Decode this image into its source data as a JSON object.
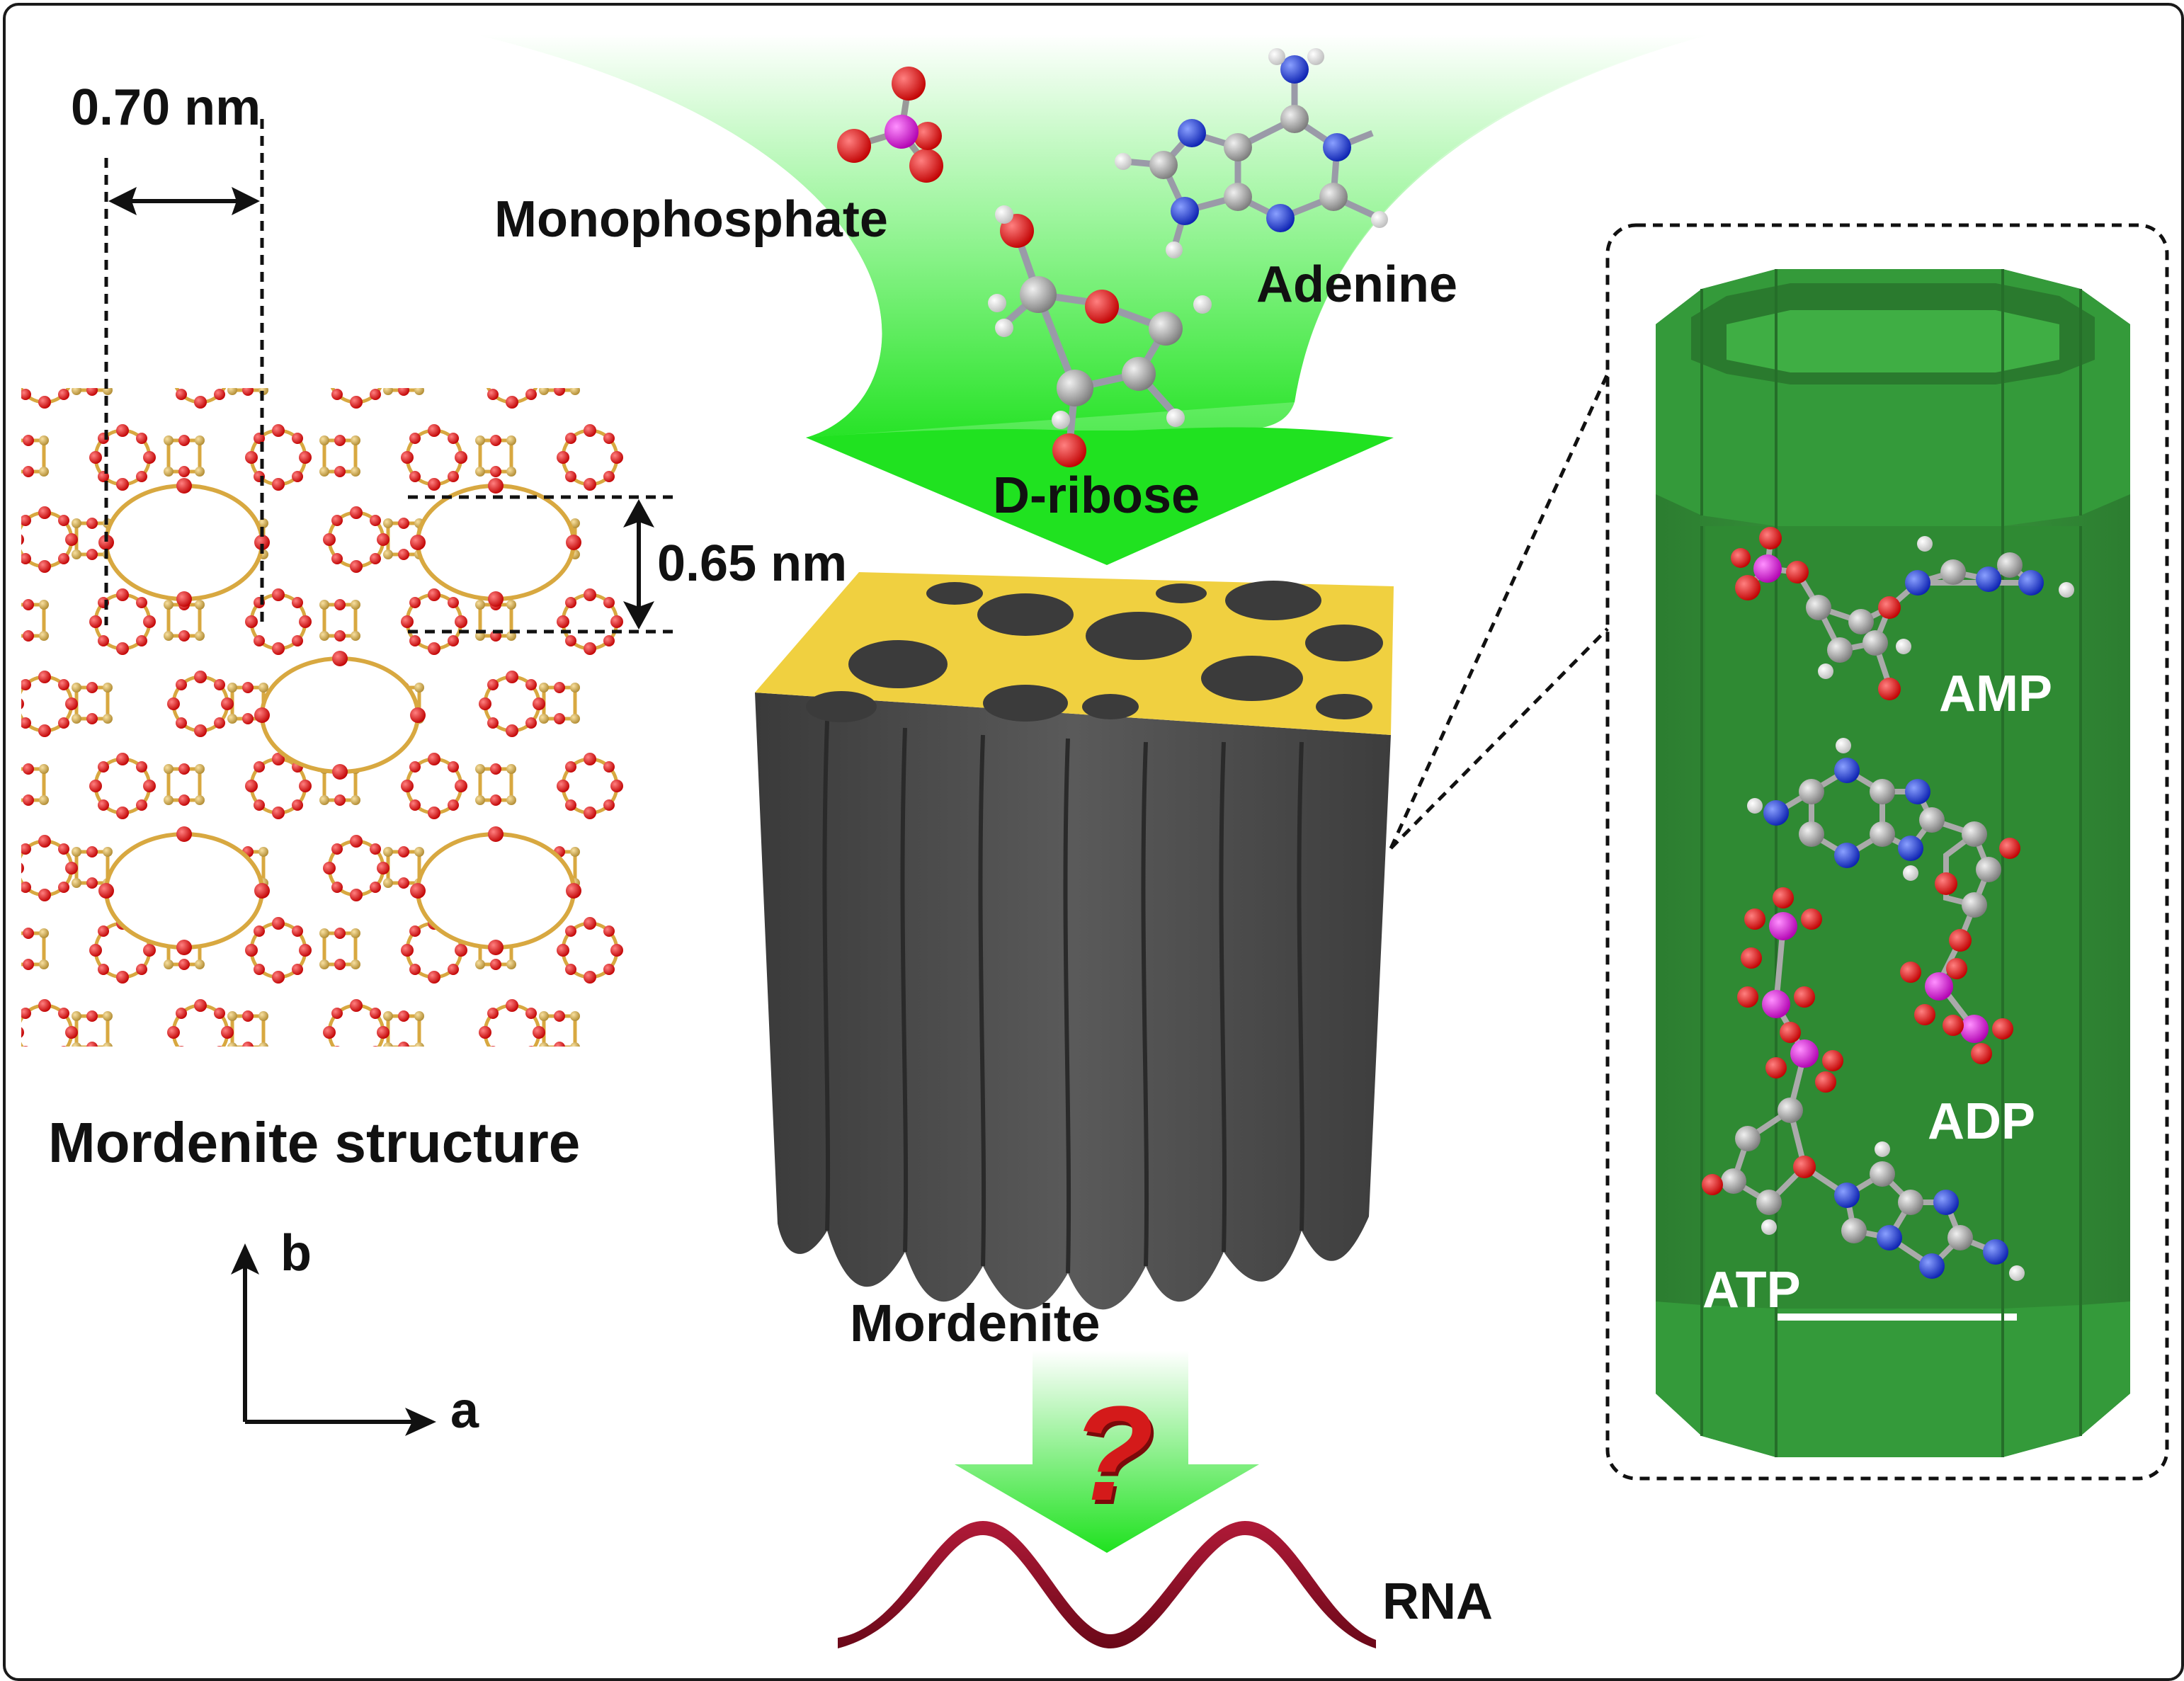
{
  "labels": {
    "width_dim": "0.70 nm",
    "height_dim": "0.65 nm",
    "structure_caption": "Mordenite structure",
    "axis_b": "b",
    "axis_a": "a",
    "monophosphate": "Monophosphate",
    "adenine": "Adenine",
    "ribose": "D-ribose",
    "mordenite": "Mordenite",
    "question": "?",
    "rna": "RNA",
    "amp": "AMP",
    "adp": "ADP",
    "atp": "ATP"
  },
  "colors": {
    "frame": "#1a1a1a",
    "funnel_green": "#3ef03e",
    "channel_green": "#2e8b34",
    "crystal_gray": "#505050",
    "crystal_top": "#f2d23a",
    "oxygen": "#e01010",
    "silicon": "#d8b050",
    "phosphorus": "#e010e0",
    "nitrogen": "#1a3ae0",
    "carbon": "#a8a8a8",
    "hydrogen": "#f0f0f0",
    "rna": "#8b0f24"
  }
}
